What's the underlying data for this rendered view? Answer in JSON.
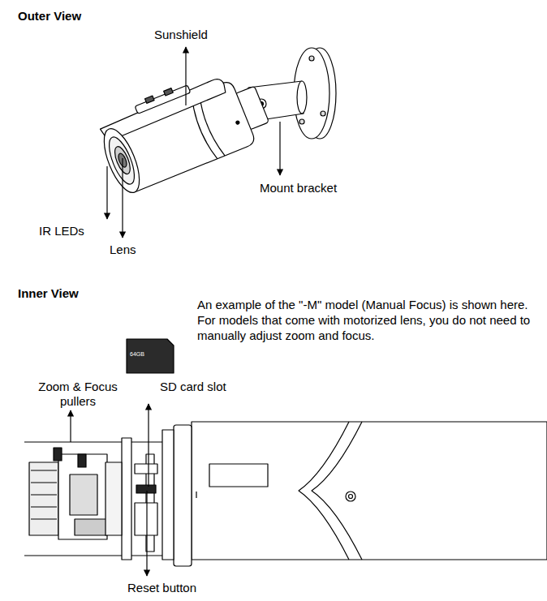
{
  "diagram": {
    "labels": [
      "Outer View",
      "Sunshield",
      "Mount bracket",
      "IR LEDs",
      "Lens",
      "Inner View",
      "An example of the \"-M\" model (Manual Focus) is shown here. For models that come with motorized lens, you do not need to manually adjust zoom and focus.",
      "64GB",
      "Zoom & Focus pullers",
      "SD card slot",
      "Reset button"
    ]
  }
}
